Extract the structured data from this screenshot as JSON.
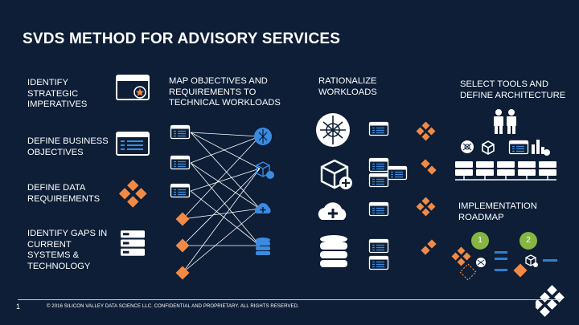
{
  "title": "SVDS METHOD FOR ADVISORY SERVICES",
  "col1": {
    "items": [
      {
        "label": "IDENTIFY STRATEGIC IMPERATIVES",
        "icon": "browser-star-icon"
      },
      {
        "label": "DEFINE BUSINESS OBJECTIVES",
        "icon": "browser-list-icon"
      },
      {
        "label": "DEFINE DATA REQUIREMENTS",
        "icon": "diamond-cluster-icon"
      },
      {
        "label": "IDENTIFY GAPS IN CURRENT SYSTEMS & TECHNOLOGY",
        "icon": "server-stack-icon"
      }
    ]
  },
  "col2": {
    "heading": "MAP OBJECTIVES AND REQUIREMENTS TO TECHNICAL WORKLOADS"
  },
  "col3": {
    "heading": "RATIONALIZE WORKLOADS"
  },
  "col4": {
    "heading": "SELECT TOOLS AND DEFINE ARCHITECTURE",
    "roadmap_heading": "IMPLEMENTATION ROADMAP",
    "step1": "1",
    "step2": "2"
  },
  "footer": {
    "page": "1",
    "copyright": "© 2016 SILICON VALLEY DATA SCIENCE LLC. CONFIDENTIAL AND PROPRIETARY. ALL RIGHTS RESERVED."
  },
  "colors": {
    "background": "#0d1e36",
    "accent_orange": "#f28a46",
    "accent_blue": "#2f7fd0",
    "accent_green": "#86b544"
  }
}
